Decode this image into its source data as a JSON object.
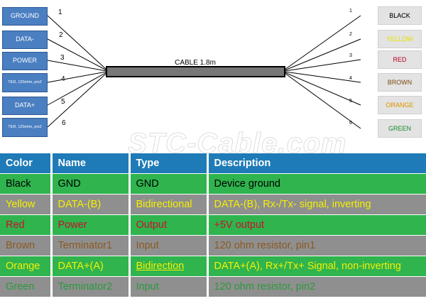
{
  "diagram": {
    "cable_label": "CABLE 1.8m",
    "left_pins": [
      {
        "num": "1",
        "label": "GROUND"
      },
      {
        "num": "2",
        "label": "DATA-"
      },
      {
        "num": "3",
        "label": "POWER"
      },
      {
        "num": "4",
        "label": "TER, 120ohm, pin2"
      },
      {
        "num": "5",
        "label": "DATA+"
      },
      {
        "num": "6",
        "label": "TER, 120ohm, pin2"
      }
    ],
    "right_pins": [
      {
        "num": "1",
        "label": "BLACK",
        "color": "#000000"
      },
      {
        "num": "2",
        "label": "YELLOW",
        "color": "#f4f000"
      },
      {
        "num": "3",
        "label": "RED",
        "color": "#c8102e"
      },
      {
        "num": "4",
        "label": "BROWN",
        "color": "#8b5a22"
      },
      {
        "num": "5",
        "label": "ORANGE",
        "color": "#f0a000"
      },
      {
        "num": "6",
        "label": "GREEN",
        "color": "#2a9a3c"
      }
    ]
  },
  "watermark": "STC-Cable.com",
  "table": {
    "headers": [
      "Color",
      "Name",
      "Type",
      "Description"
    ],
    "rows": [
      [
        "Black",
        "GND",
        "GND",
        "Device ground"
      ],
      [
        "Yellow",
        "DATA-(B)",
        "Bidirectional",
        "DATA-(B), Rx-/Tx- signal, inverting"
      ],
      [
        "Red",
        "Power",
        "Output",
        "+5V output"
      ],
      [
        "Brown",
        "Terminator1",
        "Input",
        "120 ohm resistor, pin1"
      ],
      [
        "Orange",
        "DATA+(A)",
        "Bidirection",
        "DATA+(A), Rx+/Tx+ Signal, non-inverting"
      ],
      [
        "Green",
        "Terminator2",
        "Input",
        "120 ohm resistor, pin2"
      ]
    ]
  },
  "colors": {
    "box_blue": "#4a7fc1",
    "header_blue": "#1f7bb7",
    "row_green": "#2fb44e",
    "row_grey": "#8f8f8f"
  }
}
